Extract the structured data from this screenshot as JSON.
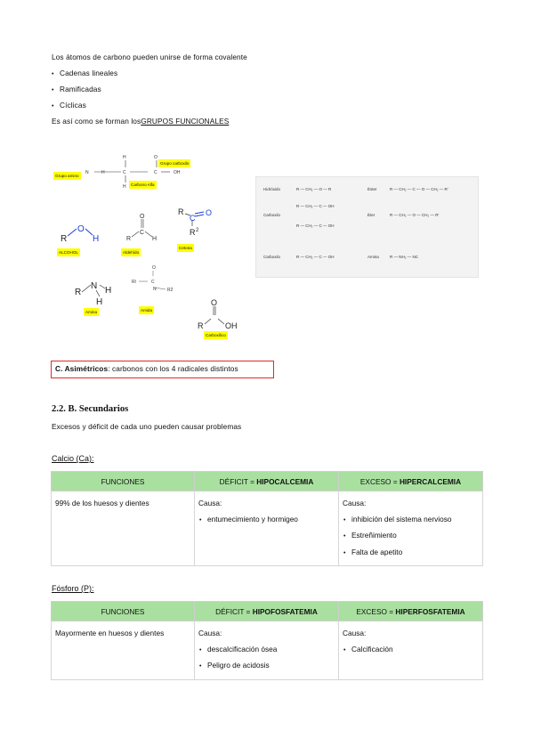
{
  "intro": {
    "line1": "Los átomos de carbono pueden unirse de forma covalente",
    "bullets": [
      "Cadenas lineales",
      "Ramificadas",
      "Cíclicas"
    ],
    "formed_prefix": "Es así como se forman los",
    "formed_link": "GRUPOS FUNCIONALES"
  },
  "figure1": {
    "labels": {
      "amino": "Grupo amino",
      "carboxyl": "Grupo carboxilo",
      "alpha": "Carbono Alfa",
      "alcohol": "ALCOHOL",
      "aldehyde": "Aldehído",
      "ketone": "Cetona",
      "amine": "Amina",
      "amide": "Amida",
      "carboxylic": "Carboxílico"
    }
  },
  "figure2": {
    "rows": [
      {
        "name": "Hidróxido",
        "formula": "R — CH₂ — O — R",
        "name2": "Éster",
        "formula2": "R — CH₂ — C — O — CH₂ — R'"
      },
      {
        "name": "Carboxilo",
        "formula": "R — CH₂ — C — OH",
        "name2": "Éter",
        "formula2": "R — CH₂ — O — CH₂ — R'"
      },
      {
        "name": "Carboxilo",
        "formula": "R — CH₂ — C — OH",
        "name2": "Amina",
        "formula2": "R — NH₂ — NC"
      }
    ]
  },
  "callout": {
    "bold": "C. Asimétricos",
    "rest": ": carbonos con los 4 radicales distintos"
  },
  "section": {
    "heading": "2.2. B. Secundarios",
    "intro": "Excesos y déficit de cada uno pueden causar problemas"
  },
  "calcio": {
    "caption": "Calcio (Ca):",
    "headers": {
      "funciones": "FUNCIONES",
      "deficit_prefix": "DÉFICIT = ",
      "deficit_bold": "HIPOCALCEMIA",
      "exceso_prefix": "EXCESO = ",
      "exceso_bold": "HIPERCALCEMIA"
    },
    "funciones": "99% de los huesos y dientes",
    "deficit_causa": "Causa:",
    "deficit_items": [
      "entumecimiento y hormigeo"
    ],
    "exceso_causa": "Causa:",
    "exceso_items": [
      "inhibición del sistema nervioso",
      "Estreñimiento",
      "Falta de apetito"
    ]
  },
  "fosforo": {
    "caption": "Fósforo (P):",
    "headers": {
      "funciones": "FUNCIONES",
      "deficit_prefix": "DÉFICIT = ",
      "deficit_bold": "HIPOFOSFATEMIA",
      "exceso_prefix": "EXCESO = ",
      "exceso_bold": "HIPERFOSFATEMIA"
    },
    "funciones": "Mayormente en huesos y dientes",
    "deficit_causa": "Causa:",
    "deficit_items": [
      "descalcificación ósea",
      "Peligro de acidosis"
    ],
    "exceso_causa": "Causa:",
    "exceso_items": [
      "Calcificación"
    ]
  }
}
